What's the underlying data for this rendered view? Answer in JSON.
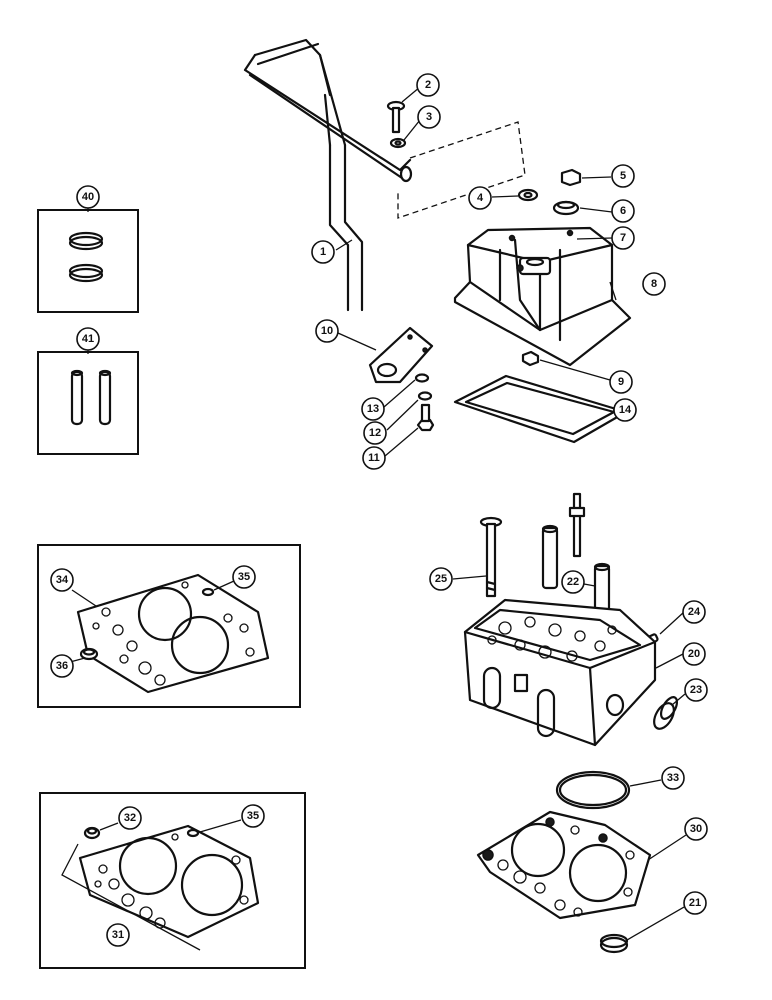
{
  "callouts": {
    "c1": "1",
    "c2": "2",
    "c3": "3",
    "c4": "4",
    "c5": "5",
    "c6": "6",
    "c7": "7",
    "c8": "8",
    "c9": "9",
    "c10": "10",
    "c11": "11",
    "c12": "12",
    "c13": "13",
    "c14": "14",
    "c20": "20",
    "c21": "21",
    "c22": "22",
    "c23": "23",
    "c24": "24",
    "c25": "25",
    "c30": "30",
    "c31": "31",
    "c32": "32",
    "c33": "33",
    "c34": "34",
    "c35a": "35",
    "c35b": "35",
    "c36": "36",
    "c40": "40",
    "c41": "41"
  }
}
